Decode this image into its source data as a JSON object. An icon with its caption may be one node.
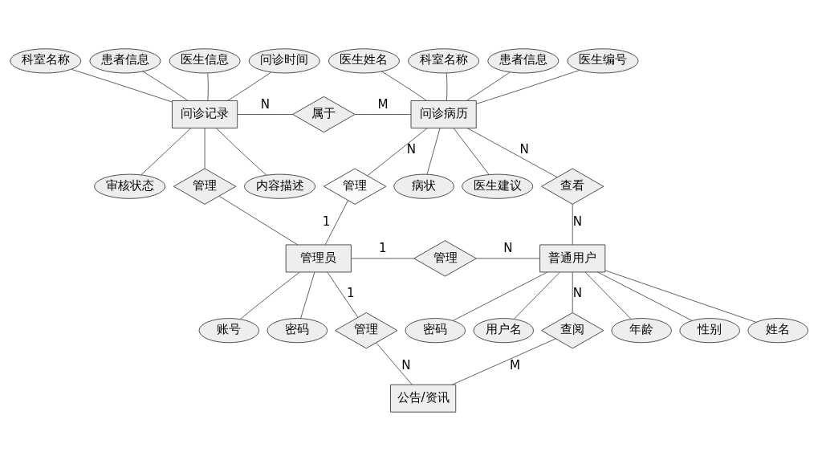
{
  "diagram": {
    "nodes": [
      {
        "text": [
          "问诊记录"
        ]
      },
      {
        "text": [
          "科室名称"
        ]
      },
      {
        "text": [
          "患者信息"
        ]
      },
      {
        "text": [
          "医生信息"
        ]
      },
      {
        "text": [
          "问诊时间"
        ]
      },
      {
        "text": [
          "内容描述"
        ]
      },
      {
        "text": [
          "审核状态"
        ]
      },
      {
        "text": [
          "属于"
        ]
      },
      {
        "text": [
          "问诊病历"
        ]
      },
      {
        "text": [
          "医生编号"
        ]
      },
      {
        "text": [
          "医生姓名"
        ]
      },
      {
        "text": [
          "科室名称"
        ]
      },
      {
        "text": [
          "患者信息"
        ]
      },
      {
        "text": [
          "病状"
        ]
      },
      {
        "text": [
          "医生建议"
        ]
      },
      {
        "text": [
          "管理"
        ]
      },
      {
        "text": [
          "管理"
        ]
      },
      {
        "text": [
          "查看"
        ]
      },
      {
        "text": [
          "管理员"
        ]
      },
      {
        "text": [
          "管理"
        ]
      },
      {
        "text": [
          "普通用户"
        ]
      },
      {
        "text": [
          "年龄"
        ]
      },
      {
        "text": [
          "性别"
        ]
      },
      {
        "text": [
          "姓名"
        ]
      },
      {
        "text": [
          "密码"
        ]
      },
      {
        "text": [
          "用户名"
        ]
      },
      {
        "text": [
          "账号"
        ]
      },
      {
        "text": [
          "密码"
        ]
      },
      {
        "text": [
          "管理"
        ]
      },
      {
        "text": [
          "查阅"
        ]
      },
      {
        "text": [
          "公告/资讯"
        ]
      }
    ],
    "edges": [
      {
        "from": 0,
        "to": 1,
        "arrow": "none"
      },
      {
        "from": 0,
        "to": 2,
        "arrow": "none"
      },
      {
        "from": 0,
        "to": 3,
        "arrow": "none"
      },
      {
        "from": 0,
        "to": 4,
        "arrow": "none"
      },
      {
        "from": 0,
        "to": 5,
        "arrow": "none"
      },
      {
        "from": 0,
        "to": 6,
        "arrow": "none"
      },
      {
        "from": 0,
        "to": 7,
        "arrow": "none",
        "label": "N"
      },
      {
        "from": 7,
        "to": 8,
        "arrow": "none",
        "label": "M"
      },
      {
        "from": 8,
        "to": 9,
        "arrow": "none"
      },
      {
        "from": 8,
        "to": 10,
        "arrow": "none"
      },
      {
        "from": 8,
        "to": 11,
        "arrow": "none"
      },
      {
        "from": 8,
        "to": 12,
        "arrow": "none"
      },
      {
        "from": 8,
        "to": 13,
        "arrow": "none"
      },
      {
        "from": 8,
        "to": 14,
        "arrow": "none"
      },
      {
        "from": 0,
        "to": 15,
        "arrow": "none"
      },
      {
        "from": 15,
        "to": 18,
        "arrow": "none"
      },
      {
        "from": 18,
        "to": 16,
        "arrow": "none",
        "label": "1"
      },
      {
        "from": 16,
        "to": 8,
        "arrow": "none",
        "label": "N"
      },
      {
        "from": 8,
        "to": 17,
        "arrow": "none",
        "label": "N"
      },
      {
        "from": 17,
        "to": 20,
        "arrow": "none",
        "label": "N"
      },
      {
        "from": 18,
        "to": 19,
        "arrow": "none",
        "label": "1"
      },
      {
        "from": 19,
        "to": 20,
        "arrow": "none",
        "label": "N"
      },
      {
        "from": 20,
        "to": 21,
        "arrow": "none"
      },
      {
        "from": 20,
        "to": 22,
        "arrow": "none"
      },
      {
        "from": 20,
        "to": 23,
        "arrow": "none"
      },
      {
        "from": 20,
        "to": 24,
        "arrow": "none"
      },
      {
        "from": 20,
        "to": 25,
        "arrow": "none"
      },
      {
        "from": 18,
        "to": 26,
        "arrow": "none"
      },
      {
        "from": 18,
        "to": 27,
        "arrow": "none"
      },
      {
        "from": 18,
        "to": 28,
        "arrow": "none",
        "label": "1"
      },
      {
        "from": 28,
        "to": 30,
        "arrow": "none",
        "label": "N"
      },
      {
        "from": 20,
        "to": 29,
        "arrow": "none",
        "label": "N"
      },
      {
        "from": 29,
        "to": 30,
        "arrow": "none",
        "label": "M"
      }
    ]
  }
}
